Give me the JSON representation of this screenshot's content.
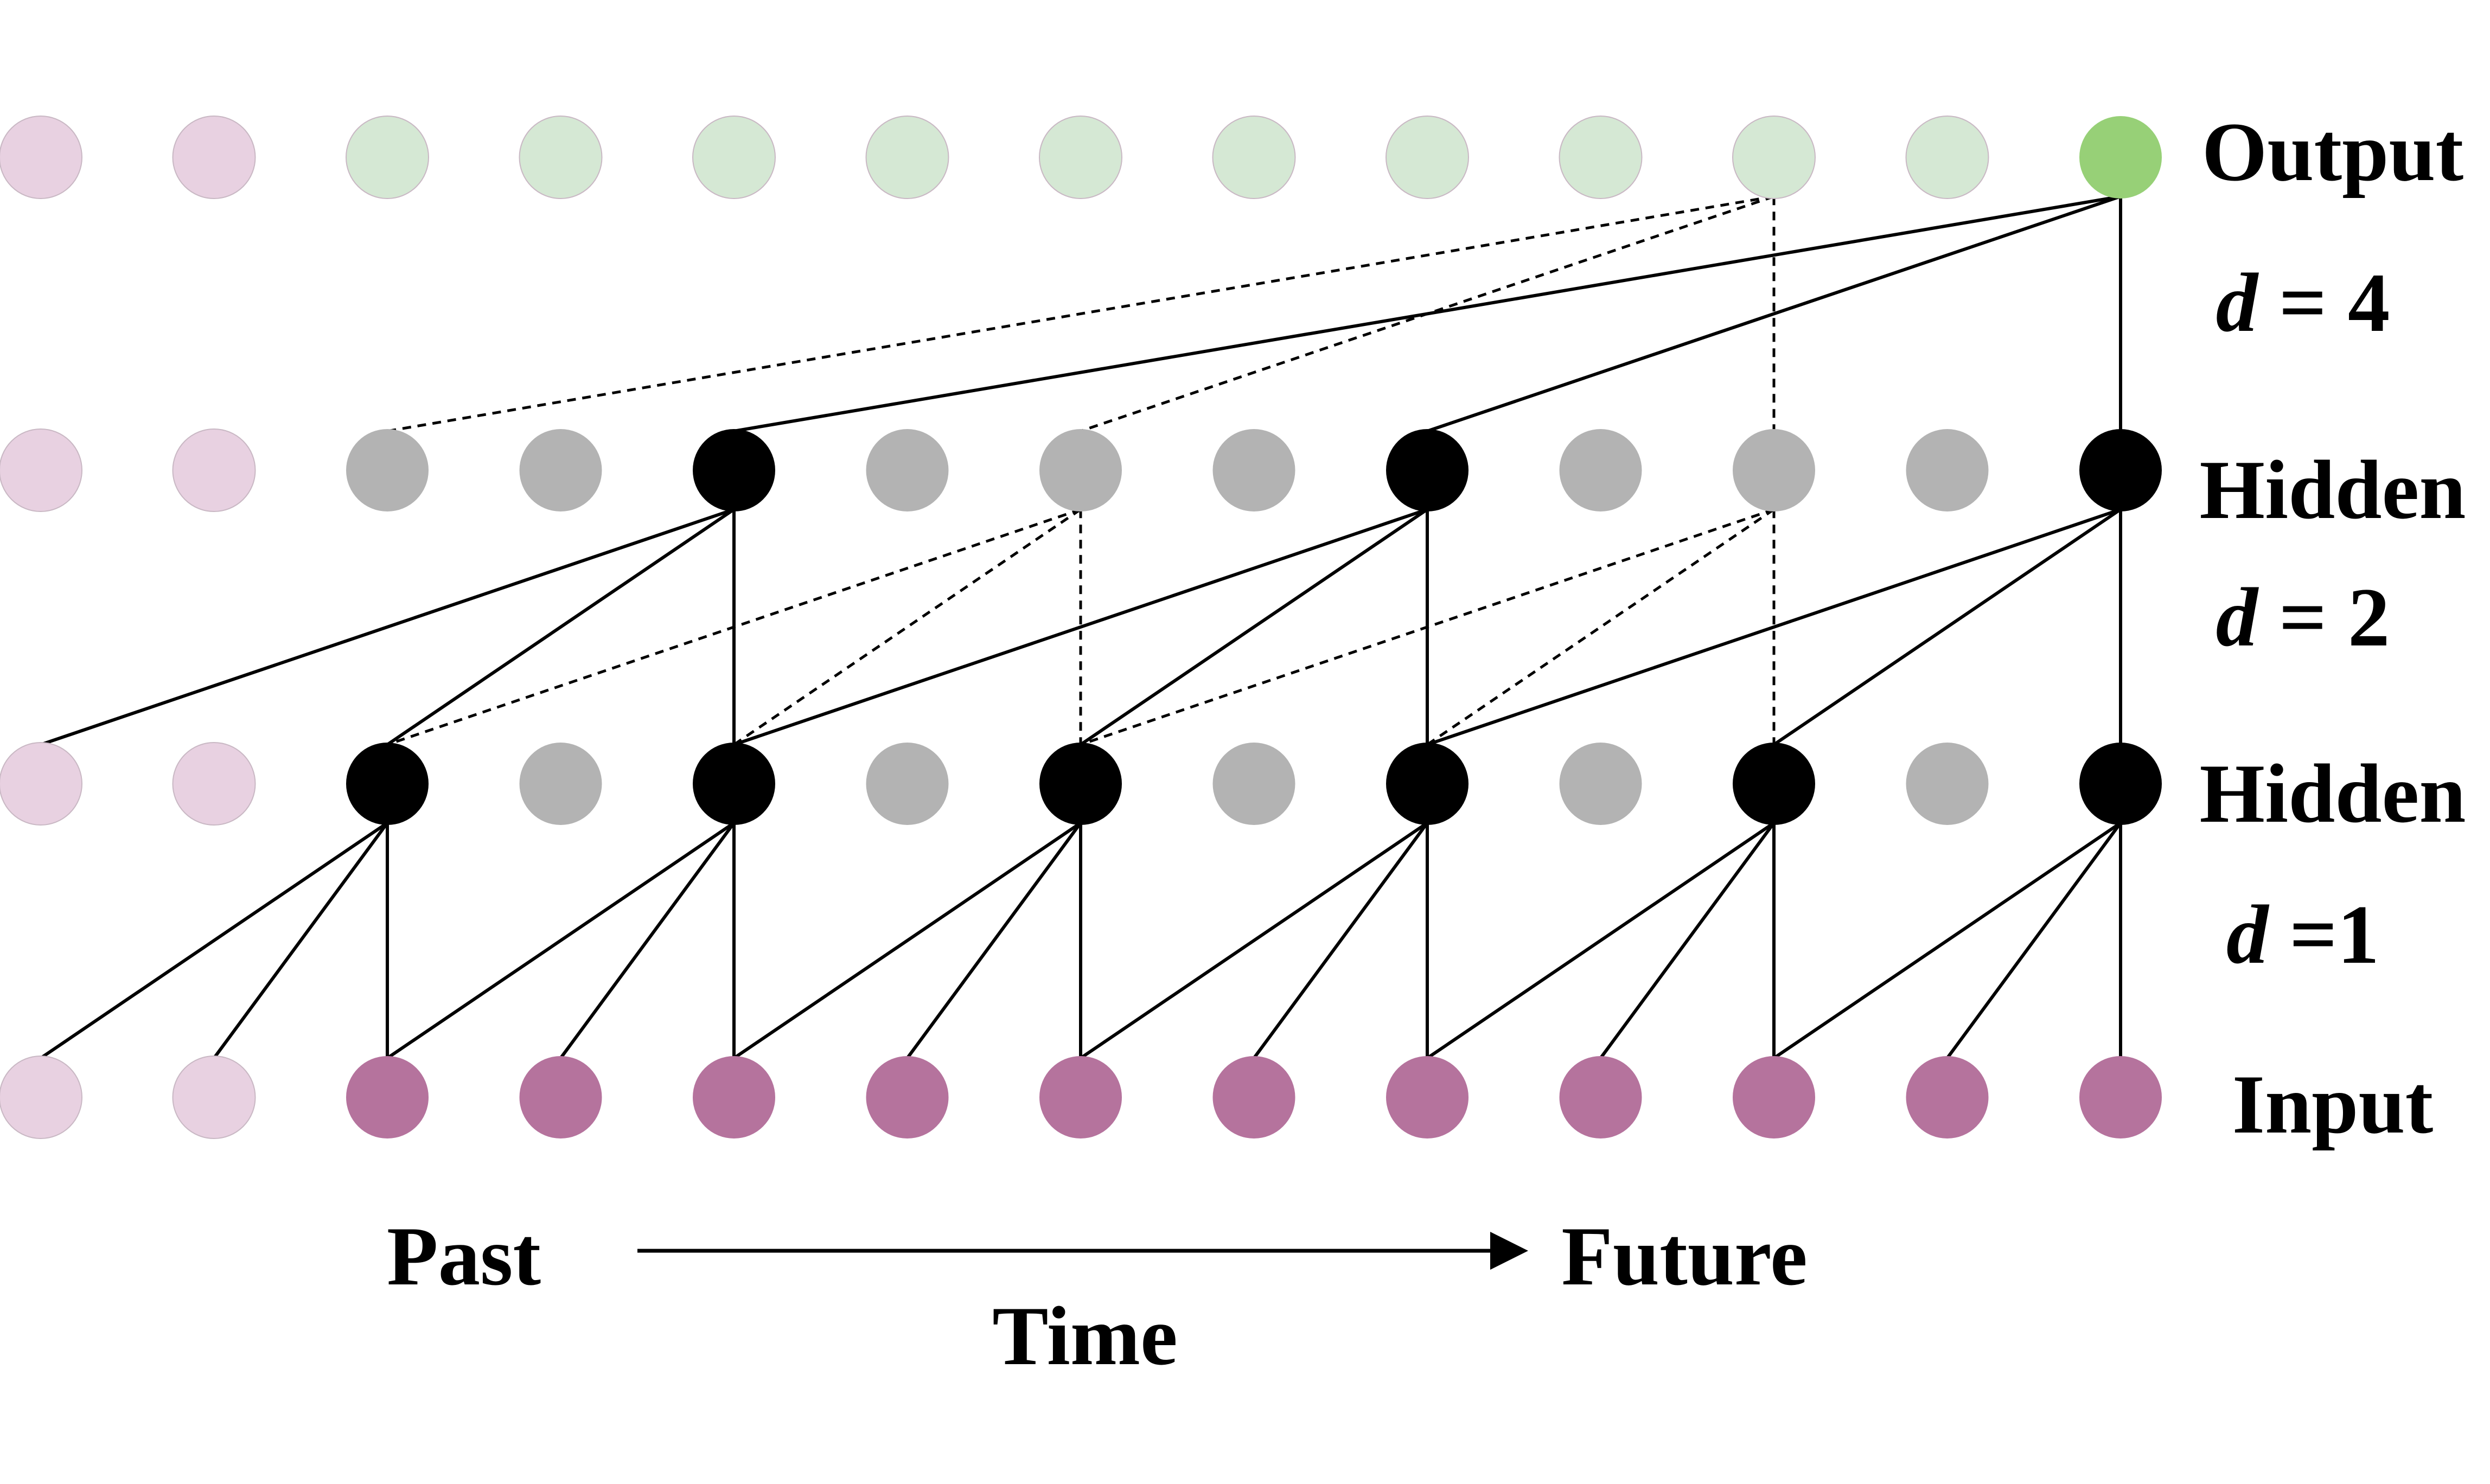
{
  "labels": {
    "output": "Output",
    "hidden_top": "Hidden",
    "hidden_bottom": "Hidden",
    "input": "Input",
    "d_var": "d",
    "d4_rest": " = 4",
    "d2_rest": " = 2",
    "d1_rest": " =1",
    "past": "Past",
    "future": "Future",
    "time": "Time"
  },
  "diagram": {
    "columns": 13,
    "colors": {
      "padding": "#e8d1e1",
      "input_active": "#b5739d",
      "output_inactive": "#d5e8d4",
      "output_active": "#97d077",
      "hidden_inactive": "#b3b3b3",
      "hidden_active": "#000000",
      "line": "#000000"
    },
    "rows": [
      {
        "name": "output",
        "padding": [
          0,
          1
        ],
        "active": [
          12
        ]
      },
      {
        "name": "hidden-d2",
        "padding": [
          0,
          1
        ],
        "active": [
          4,
          8,
          12
        ]
      },
      {
        "name": "hidden-d1",
        "padding": [
          0,
          1
        ],
        "active": [
          2,
          4,
          6,
          8,
          10,
          12
        ]
      },
      {
        "name": "input",
        "padding": [
          0,
          1
        ],
        "active": []
      }
    ],
    "solid_edges": [
      [
        0,
        12,
        1,
        4
      ],
      [
        0,
        12,
        1,
        8
      ],
      [
        0,
        12,
        1,
        12
      ],
      [
        1,
        4,
        2,
        0
      ],
      [
        1,
        4,
        2,
        2
      ],
      [
        1,
        4,
        2,
        4
      ],
      [
        1,
        8,
        2,
        4
      ],
      [
        1,
        8,
        2,
        6
      ],
      [
        1,
        8,
        2,
        8
      ],
      [
        1,
        12,
        2,
        8
      ],
      [
        1,
        12,
        2,
        10
      ],
      [
        1,
        12,
        2,
        12
      ],
      [
        2,
        2,
        3,
        0
      ],
      [
        2,
        2,
        3,
        1
      ],
      [
        2,
        2,
        3,
        2
      ],
      [
        2,
        4,
        3,
        2
      ],
      [
        2,
        4,
        3,
        3
      ],
      [
        2,
        4,
        3,
        4
      ],
      [
        2,
        6,
        3,
        4
      ],
      [
        2,
        6,
        3,
        5
      ],
      [
        2,
        6,
        3,
        6
      ],
      [
        2,
        8,
        3,
        6
      ],
      [
        2,
        8,
        3,
        7
      ],
      [
        2,
        8,
        3,
        8
      ],
      [
        2,
        10,
        3,
        8
      ],
      [
        2,
        10,
        3,
        9
      ],
      [
        2,
        10,
        3,
        10
      ],
      [
        2,
        12,
        3,
        10
      ],
      [
        2,
        12,
        3,
        11
      ],
      [
        2,
        12,
        3,
        12
      ]
    ],
    "dashed_edges": [
      [
        0,
        10,
        1,
        2
      ],
      [
        0,
        10,
        1,
        6
      ],
      [
        0,
        10,
        1,
        10
      ],
      [
        1,
        6,
        2,
        2
      ],
      [
        1,
        6,
        2,
        4
      ],
      [
        1,
        6,
        2,
        6
      ],
      [
        1,
        10,
        2,
        6
      ],
      [
        1,
        10,
        2,
        8
      ],
      [
        1,
        10,
        2,
        10
      ]
    ]
  }
}
